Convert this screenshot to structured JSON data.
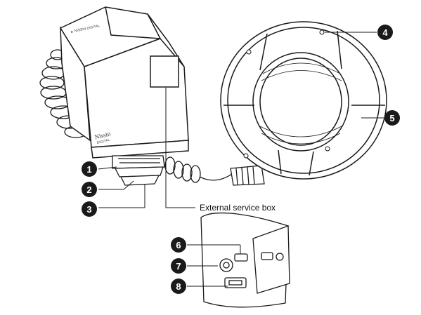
{
  "callouts": [
    {
      "number": "1"
    },
    {
      "number": "2"
    },
    {
      "number": "3"
    },
    {
      "number": "4"
    },
    {
      "number": "5"
    },
    {
      "number": "6"
    },
    {
      "number": "7"
    },
    {
      "number": "8"
    }
  ],
  "labels": {
    "service_box": "External service box"
  },
  "brand": {
    "logo_top": "Nissin",
    "logo_bottom": "DIGITAL"
  },
  "colors": {
    "badge": "#1a1a1a",
    "line": "#1a1a1a",
    "body_fill": "#ffffff"
  }
}
